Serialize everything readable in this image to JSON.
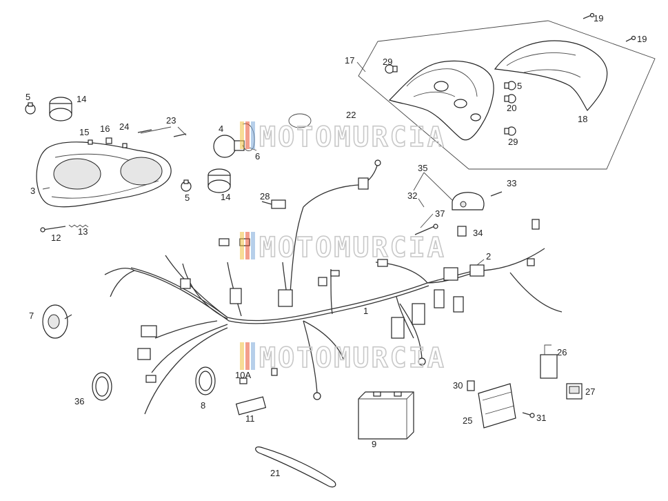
{
  "watermark": {
    "text": "MOTOMURCIA",
    "bar_colors": [
      "#f0c040",
      "#e94f2e",
      "#7aa8d8"
    ]
  },
  "callouts": [
    {
      "id": "c19a",
      "text": "19"
    },
    {
      "id": "c19b",
      "text": "19"
    },
    {
      "id": "c17",
      "text": "17"
    },
    {
      "id": "c29a",
      "text": "29"
    },
    {
      "id": "c5c",
      "text": "5"
    },
    {
      "id": "c20",
      "text": "20"
    },
    {
      "id": "c29b",
      "text": "29"
    },
    {
      "id": "c18",
      "text": "18"
    },
    {
      "id": "c5a",
      "text": "5"
    },
    {
      "id": "c14a",
      "text": "14"
    },
    {
      "id": "c15",
      "text": "15"
    },
    {
      "id": "c16",
      "text": "16"
    },
    {
      "id": "c24",
      "text": "24"
    },
    {
      "id": "c23",
      "text": "23"
    },
    {
      "id": "c3",
      "text": "3"
    },
    {
      "id": "c4",
      "text": "4"
    },
    {
      "id": "c6",
      "text": "6"
    },
    {
      "id": "c22",
      "text": "22"
    },
    {
      "id": "c5b",
      "text": "5"
    },
    {
      "id": "c14b",
      "text": "14"
    },
    {
      "id": "c12",
      "text": "12"
    },
    {
      "id": "c13",
      "text": "13"
    },
    {
      "id": "c28",
      "text": "28"
    },
    {
      "id": "c35",
      "text": "35"
    },
    {
      "id": "c33",
      "text": "33"
    },
    {
      "id": "c32",
      "text": "32"
    },
    {
      "id": "c37",
      "text": "37"
    },
    {
      "id": "c34",
      "text": "34"
    },
    {
      "id": "c2",
      "text": "2"
    },
    {
      "id": "c1",
      "text": "1"
    },
    {
      "id": "c7",
      "text": "7"
    },
    {
      "id": "c26",
      "text": "26"
    },
    {
      "id": "c10A",
      "text": "10A"
    },
    {
      "id": "c30",
      "text": "30"
    },
    {
      "id": "c27",
      "text": "27"
    },
    {
      "id": "c36",
      "text": "36"
    },
    {
      "id": "c8",
      "text": "8"
    },
    {
      "id": "c11",
      "text": "11"
    },
    {
      "id": "c25",
      "text": "25"
    },
    {
      "id": "c31",
      "text": "31"
    },
    {
      "id": "c9",
      "text": "9"
    },
    {
      "id": "c21",
      "text": "21"
    }
  ]
}
